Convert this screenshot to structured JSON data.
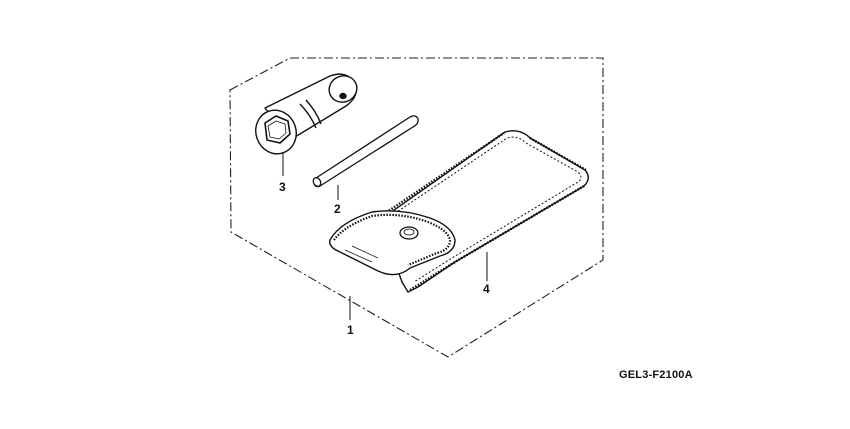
{
  "diagram": {
    "callouts": {
      "part_1": "1",
      "part_2": "2",
      "part_3": "3",
      "part_4": "4"
    },
    "drawing_code": "GEL3-F2100A",
    "parts": [
      {
        "ref": "1",
        "icon": "tool-kit-boundary"
      },
      {
        "ref": "2",
        "icon": "handle-bar-icon"
      },
      {
        "ref": "3",
        "icon": "spark-plug-wrench-icon"
      },
      {
        "ref": "4",
        "icon": "tool-bag-icon"
      }
    ]
  }
}
